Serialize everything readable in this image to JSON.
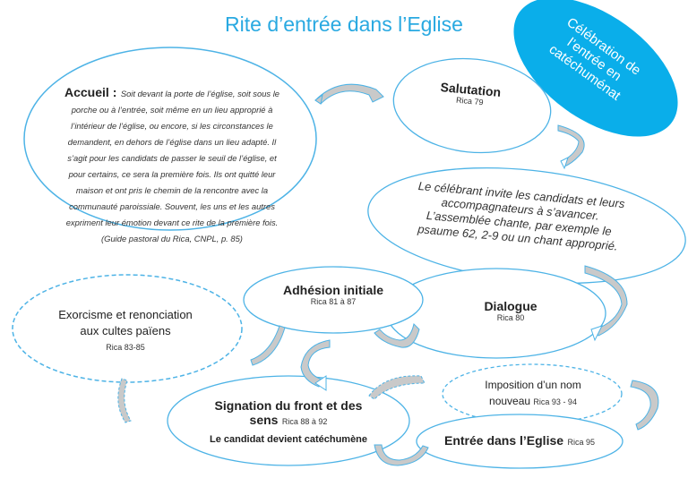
{
  "title": "Rite d’entrée dans l’Eglise",
  "banner": {
    "lines": [
      "Célébration de",
      "l’entrée en",
      "catéchuménat"
    ],
    "color": "#0aaeea"
  },
  "colors": {
    "outline": "#4db3e6",
    "arrow_fill": "#c9c9c9",
    "title": "#29a9e1",
    "text": "#222222"
  },
  "nodes": {
    "accueil": {
      "title": "Accueil :",
      "body": "Soit devant la porte de l’église, soit sous le porche ou à l’entrée, soit même en un lieu approprié à l’intérieur de l’église, ou encore, si les circonstances le demandent, en dehors de l’église dans un lieu adapté. Il s’agit pour les candidats de passer le seuil de l’église, et pour certains, ce sera la première fois. Ils ont quitté leur maison et ont pris le chemin de la rencontre avec la communauté paroissiale. Souvent, les uns et les autres expriment leur émotion devant ce rite de la première fois. (Guide pastoral du Rica, CNPL, p. 85)"
    },
    "salutation": {
      "title": "Salutation",
      "ref": "Rica 79"
    },
    "invitation": {
      "body": "Le célébrant invite les candidats et leurs accompagnateurs à s’avancer. L’assemblée chante, par exemple le psaume 62, 2-9 ou un chant approprié."
    },
    "dialogue": {
      "title": "Dialogue",
      "ref": "Rica 80"
    },
    "adhesion": {
      "title": "Adhésion initiale",
      "ref": "Rica 81 à 87"
    },
    "exorcisme": {
      "title_line1": "Exorcisme et renonciation",
      "title_line2": "aux cultes païens",
      "ref": "Rica 83-85",
      "optional": true
    },
    "signation": {
      "title_line1": "Signation du front et des",
      "title_line2": "sens",
      "ref": "Rica 88 à 92",
      "subtitle": "Le candidat devient catéchumène"
    },
    "imposition": {
      "title_line1": "Imposition d’un nom",
      "title_line2": "nouveau",
      "ref": "Rica 93 - 94",
      "optional": true
    },
    "entree": {
      "title": "Entrée dans l’Eglise",
      "ref": "Rica 95"
    }
  }
}
